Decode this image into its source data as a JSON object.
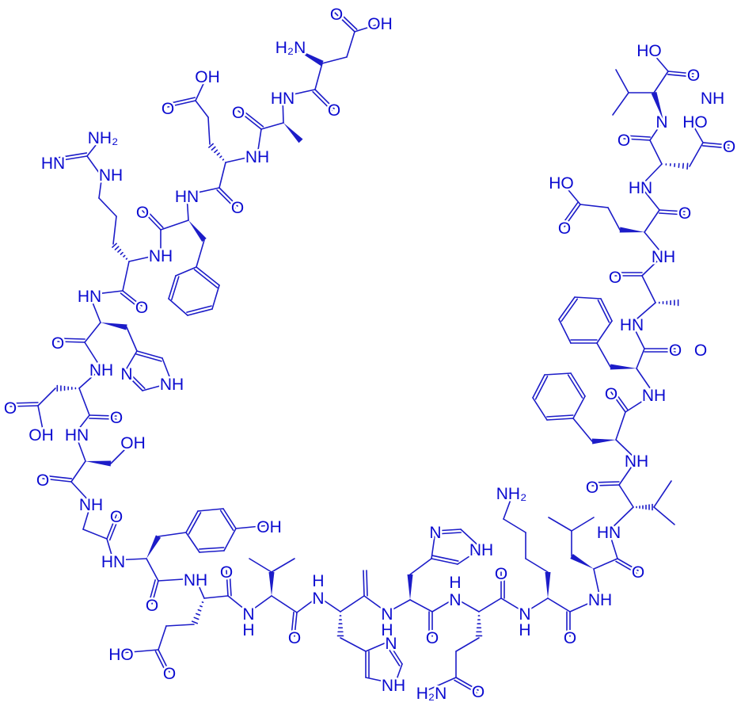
{
  "structure": {
    "bond_color": "#1c1cc8",
    "label_color": "#0a0ad0",
    "atom_labels": [
      "O",
      "OH",
      "H₂N",
      "HN",
      "O",
      "O",
      "OH",
      "O",
      "NH",
      "HN",
      "O",
      "NH₂",
      "HN",
      "NH",
      "O",
      "NH",
      "HN",
      "O",
      "O",
      "NH",
      "N",
      "NH",
      "O",
      "O",
      "OH",
      "HN",
      "OH",
      "O",
      "NH",
      "O",
      "OH",
      "HN",
      "NH",
      "O",
      "N",
      "H",
      "H",
      "N",
      "O",
      "O",
      "HO",
      "O",
      "O",
      "N",
      "HO",
      "O",
      "NH",
      "HO",
      "O",
      "O",
      "HO",
      "HN",
      "O",
      "O",
      "NH",
      "O",
      "HN",
      "O",
      "O",
      "NH",
      "NH",
      "O",
      "NH₂",
      "HN",
      "N",
      "NH",
      "O",
      "O",
      "H",
      "N",
      "NH",
      "N",
      "H",
      "N",
      "H",
      "O",
      "O",
      "N",
      "NH",
      "H₂N",
      "O"
    ]
  }
}
